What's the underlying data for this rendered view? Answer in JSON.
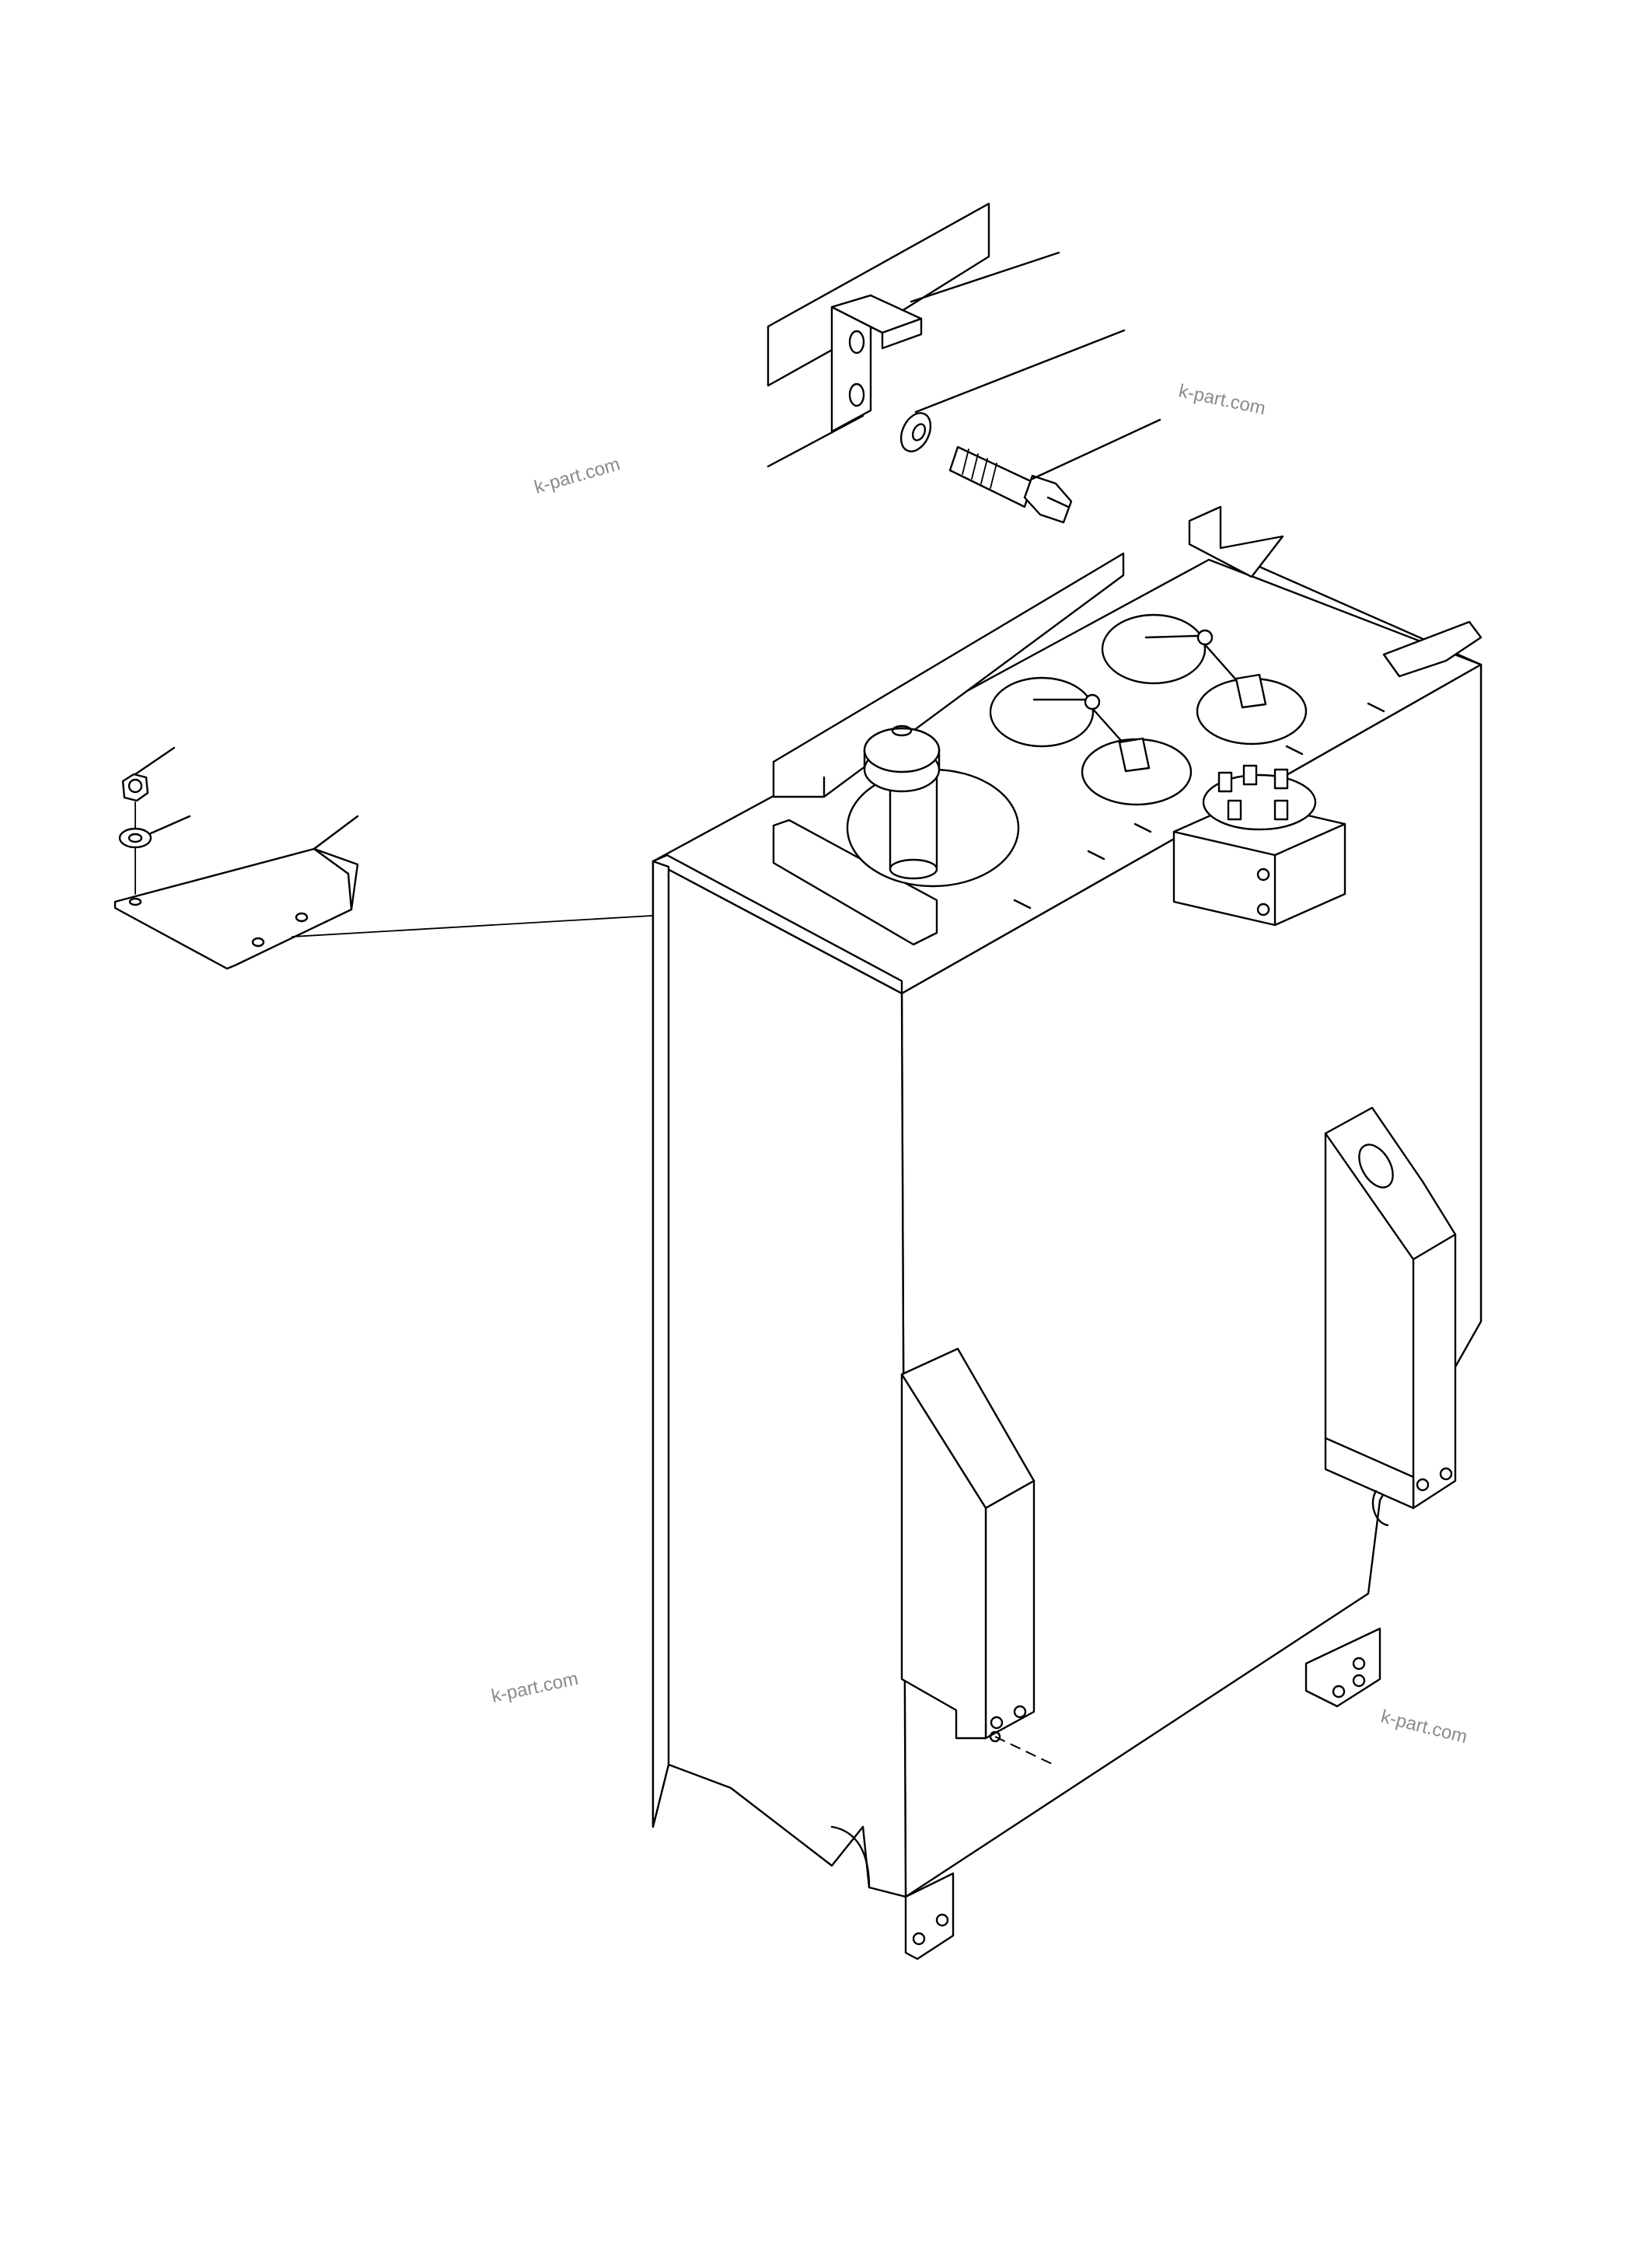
{
  "watermarks": [
    "k-part.com",
    "k-part.com",
    "k-part.com",
    "k-part.com"
  ],
  "colors": {
    "line": "#000000",
    "paper": "#ffffff",
    "watermark": "#8a8a8a"
  }
}
